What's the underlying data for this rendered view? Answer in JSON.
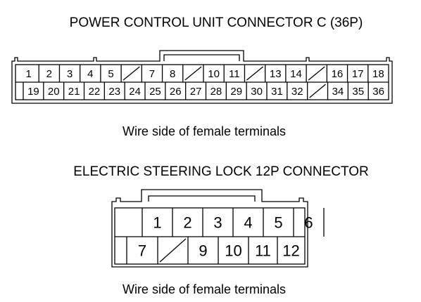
{
  "connector_c": {
    "title": "POWER CONTROL UNIT CONNECTOR C (36P)",
    "top_row": [
      "1",
      "2",
      "3",
      "4",
      "5",
      "",
      "7",
      "8",
      "",
      "10",
      "11",
      "",
      "13",
      "14",
      "",
      "16",
      "17",
      "18"
    ],
    "bottom_row": [
      "19",
      "20",
      "21",
      "22",
      "23",
      "24",
      "25",
      "26",
      "27",
      "28",
      "29",
      "30",
      "31",
      "32",
      "",
      "34",
      "35",
      "36"
    ],
    "caption": "Wire side of female terminals"
  },
  "steering_lock": {
    "title": "ELECTRIC STEERING LOCK 12P CONNECTOR",
    "top_row": [
      "1",
      "2",
      "3",
      "4",
      "5",
      "6"
    ],
    "bottom_row": [
      "7",
      "",
      "9",
      "10",
      "11",
      "12"
    ],
    "caption": "Wire side of female terminals"
  },
  "colors": {
    "line": "#000000",
    "background": "#ffffff"
  }
}
